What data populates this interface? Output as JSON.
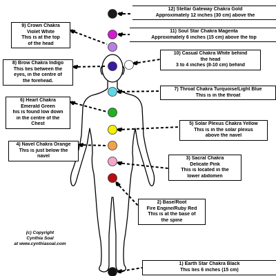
{
  "chakras": [
    {
      "number": "12)",
      "name": "Stellar Gateway Chakra Gold",
      "lines": [
        "12) Stellar Gateway Chakra Gold",
        "Approximately 12 inches (30 cm) above the"
      ],
      "color": "#1a1a1a"
    },
    {
      "number": "11)",
      "name": "Soul Star Chakra Magenta",
      "lines": [
        "11) Soul Star Chakra Magenta",
        "Approximately 6 inches (15 cm) above the top"
      ],
      "color": "#d21bd2"
    },
    {
      "number": "10)",
      "name": "Casual Chakra White",
      "lines": [
        "10) Casual Chakra White behind",
        "the head",
        "3 to 4 inches (8-10 cm) behind"
      ],
      "color": "#ffffff"
    },
    {
      "number": "9)",
      "name": "Crown Chakra Violet White",
      "lines": [
        "9) Crown Chakra",
        "Violet White",
        "This is at the top",
        "of the head"
      ],
      "color": "#b97ee0"
    },
    {
      "number": "8)",
      "name": "Brow Chakra Indigo",
      "lines": [
        "8) Brow Chakra Indigo",
        "This lies between the",
        "eyes, in the centre of",
        "the forehead."
      ],
      "color": "#3a1aa0"
    },
    {
      "number": "7)",
      "name": "Throat Chakra Turquoise/Light Blue",
      "lines": [
        "7) Throat Chakra Turquoise/Light Blue",
        "This is in the throat"
      ],
      "color": "#5fd6e6"
    },
    {
      "number": "6)",
      "name": "Heart Chakra Emerald Green",
      "lines": [
        "6) Heart Chakra",
        "Emerald Green",
        "his is found low down",
        "in the centre of the",
        "Chest"
      ],
      "color": "#22b022"
    },
    {
      "number": "5)",
      "name": "Solar Plexus Chakra Yellow",
      "lines": [
        "5) Solar Plexus Chakra Yellow",
        "This is in the solar plexus",
        "above the navel"
      ],
      "color": "#f4ee00"
    },
    {
      "number": "4)",
      "name": "Navel Chakra Orange",
      "lines": [
        "4) Navel Chakra Orange",
        "This is just below the",
        "navel"
      ],
      "color": "#f3a24c"
    },
    {
      "number": "3)",
      "name": "Sacral Chakra Delicate Pink",
      "lines": [
        "3) Sacral Chakra",
        "Delicate Pink",
        "This is located in the",
        "lower abdomen"
      ],
      "color": "#f4a7c8"
    },
    {
      "number": "2)",
      "name": "Base/Root Fire Engine/Ruby Red",
      "lines": [
        "2) Base/Root",
        "Fire Engine/Ruby Red",
        "This is at the base of",
        "the spine"
      ],
      "color": "#b80e0e"
    },
    {
      "number": "1)",
      "name": "Earth Star Chakra Black",
      "lines": [
        "1) Earth Star Chakra Black",
        "This lies 6 inches (15 cm)"
      ],
      "color": "#111111"
    }
  ],
  "copyright": [
    "(c) Copyright",
    "Cynthia Soal",
    "at www.cynthiasoal.com"
  ],
  "body_outline_color": "#000000"
}
